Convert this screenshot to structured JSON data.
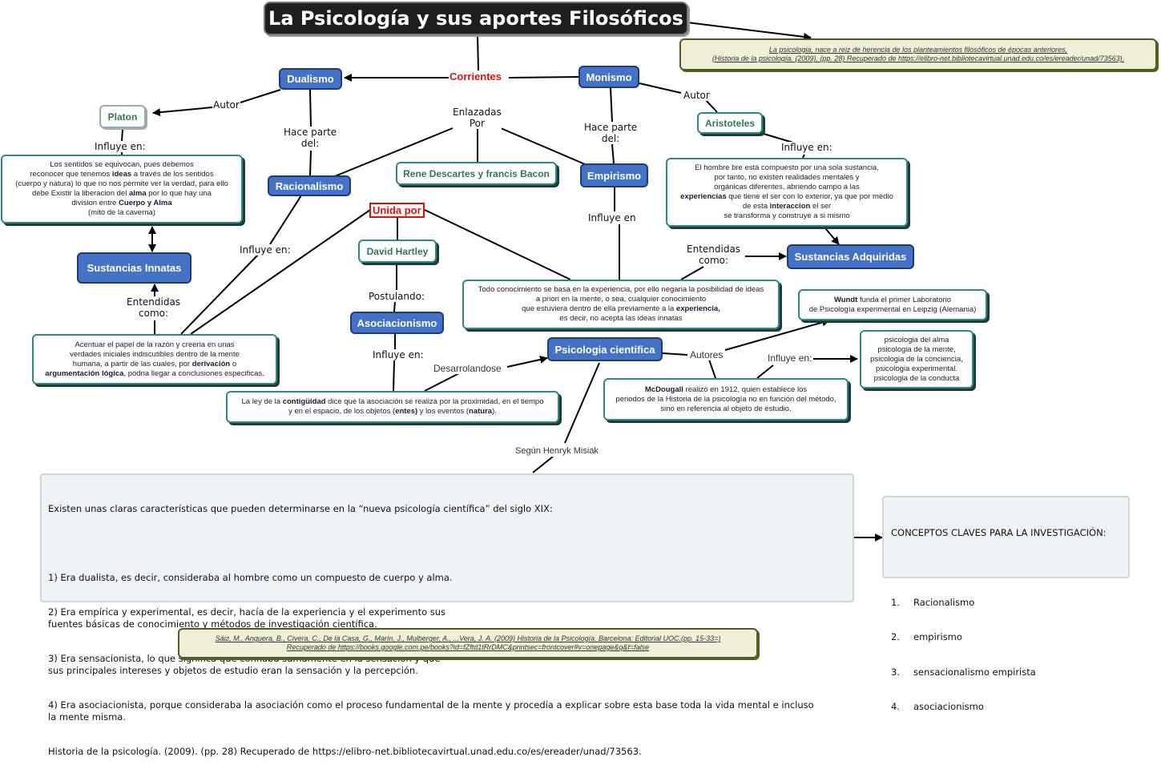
{
  "title": "La Psicología y sus aportes Filosóficos",
  "references": {
    "top": [
      "La psicologia, nace a reiz de  herencia de los planteamientos filosóficos de épocas anteriores,",
      "(Historia de la psicología. (2009). (pp. 28) Recuperado de https://elibro-net.bibliotecavirtual.unad.edu.co/es/ereader/unad/73563)."
    ],
    "bottom": [
      "Sáiz, M., Anguera, B., Civera, C., De la Casa, G., Marín, J., Mulberger, A., ...Vera, J. A. (2009) Historia de la Psicología. Barcelona: Editorial UOC.(pp. 15-33=)",
      "Recuperado de https://books.google.com.pe/books?id=fZftd1tRrDMC&printsec=frontcover#v=onepage&q&f=false"
    ]
  },
  "concepts": {
    "dualismo": "Dualismo",
    "monismo": "Monismo",
    "racionalismo": "Racionalismo",
    "empirismo": "Empirismo",
    "sustancias_innatas": "Sustancias Innatas",
    "sustancias_adquiridas": "Sustancias Adquiridas",
    "asociacionismo": "Asociacionismo",
    "psicologia_cientifica": "Psicologia cientifica",
    "platon": "Platon",
    "aristoteles": "Aristoteles",
    "descartes_bacon": "Rene Descartes y francis Bacon",
    "david_hartley": "David Hartley"
  },
  "links": {
    "corrientes": "Corrientes",
    "autor_left": "Autor",
    "autor_right": "Autor",
    "hace_parte_left": "Hace parte\ndel:",
    "hace_parte_right": "Hace parte\ndel:",
    "enlazadas_por": "Enlazadas\nPor",
    "influye_platon": "Influye en:",
    "influye_aristoteles": "Influye en:",
    "influye_racionalismo": "Influye en:",
    "influye_empirismo": "Influye en",
    "entendidas_left": "Entendidas\ncomo:",
    "entendidas_right": "Entendidas\ncomo:",
    "unida_por": "Unida por",
    "postulando": "Postulando:",
    "influye_asociacionismo": "Influye en:",
    "desarrolandose": "Desarrolandose",
    "autores": "Autores",
    "influye_mcdougall": "Influye en:",
    "segun_misiak": "Según Henryk Misiak"
  },
  "texts": {
    "platon_desc": "Los sentidos se equivocan, pues  debemos<br>reconocer que tenemos <b>ideas</b> a través de los sentidos<br>(cuerpo y natura) lo que no nos permite ver la verdad, para ello<br>debe Existir la liberacion del <b>alma</b> por lo que hay una<br>division entre <b>Cuerpo y Alma</b><br>(mito de la caverna)",
    "aristoteles_desc": "El hombre bre está compuesto por una sola sustancia,<br>por tanto, no existen realidades mentales y<br>orgánicas diferentes, abriendo campo a las<br><b>experiencias</b> que tiene el ser con lo exterior, ya que por medio<br>de esta <b>interaccion</b> el ser<br>se transforma y construye a si mismo",
    "racionalismo_desc": "Acentuar el papel de la razón y creeria en unas<br>verdades iniciales indiscutibles dentro de la mente<br>humana, a partir de las cuales, por <b>derivación</b> o<br><b>argumentación lógica</b>, podria llegar a conclusiones especificas.",
    "empirismo_desc": "Todo conocimiento se basa en la experiencia, por ello negaria la posibilidad de ideas<br>a priori en la mente, o sea, cualquier conocimiento<br>que estuviera dentro de ella previamente a la <b>experiencia,</b><br>es decir, no acepta las ideas innatas",
    "contiguidad_desc": "La ley de la <b>contigüidad</b> dice que la asociación se realiza por la proximidad, en el tiempo<br>y en el espacio, de los objetos (<b>entes)</b> y los eventos (<b>natura</b>).",
    "wundt_desc": "<b>Wundt</b> funda el primer Laboratorio<br>de Psicología experimental en Leipzig (Alemania)",
    "mcdougall_desc": "<b>McDougall</b> realizó en 1912, quien establece los<br>periodos de la Historia de la psicología no en función del método,<br>sino en referencia al objeto de estudio.",
    "psicologias_list": "psicologia del alma<br>psicologia de la mente,<br>psicologia de la conciencia,<br>psicologia experimental.<br>psicologia de la conducta"
  },
  "misiak_panel": {
    "intro": "Existen unas claras características que pueden determinarse en la “nueva psicología científica” del siglo XIX:",
    "items": [
      "1) Era dualista, es decir, consideraba al hombre como un compuesto de cuerpo y alma.",
      "2) Era empírica y experimental, es decir, hacía de la experiencia y el experimento sus\nfuentes básicas de conocimiento y métodos de investigación científica.",
      "3) Era sensacionista, lo que significa que confiaba sumamente en la sensación y que\nsus principales intereses y objetos de estudio eran la sensación y la percepción.",
      "4) Era asociacionista, porque consideraba la asociación como el proceso fundamental de la mente y procedía a explicar sobre esta base toda la vida mental e incluso\nla mente misma."
    ],
    "citation": "Historia de la psicología. (2009). (pp. 28) Recuperado de https://elibro-net.bibliotecavirtual.unad.edu.co/es/ereader/unad/73563."
  },
  "key_concepts": {
    "heading": "CONCEPTOS CLAVES PARA LA INVESTIGACIÓN:",
    "items": [
      {
        "num": "1.",
        "label": "Racionalismo"
      },
      {
        "num": "2.",
        "label": "empirismo"
      },
      {
        "num": "3.",
        "label": "sensacionalismo empirista"
      },
      {
        "num": "4.",
        "label": "asociacionismo"
      }
    ]
  },
  "colors": {
    "concept_blue": "#4472c4",
    "teal_border": "#2a8a8a",
    "person_green": "#2e7a4a",
    "link_red": "#e01010",
    "title_bg": "#1e1e1e",
    "ref_bg": "#eef0d8"
  }
}
